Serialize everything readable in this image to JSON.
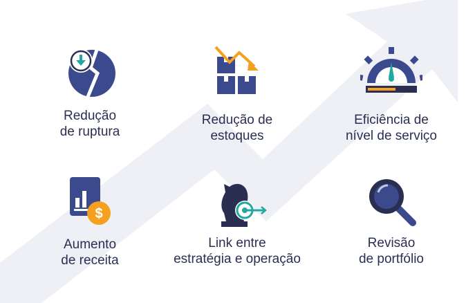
{
  "colors": {
    "navy": "#3b4a8c",
    "dark_navy": "#2a2f52",
    "orange": "#f5a021",
    "teal": "#1fa9a0",
    "arrow_bg": "#eef0f6"
  },
  "items": [
    {
      "icon": "broken-stock-chart-icon",
      "line1": "Redução",
      "line2": "de ruptura"
    },
    {
      "icon": "boxes-down-trend-icon",
      "line1": "Redução de",
      "line2": "estoques"
    },
    {
      "icon": "gauge-gear-icon",
      "line1": "Eficiência de",
      "line2": "nível de serviço"
    },
    {
      "icon": "revenue-chart-dollar-icon",
      "line1": "Aumento",
      "line2": "de receita"
    },
    {
      "icon": "chess-knight-target-icon",
      "line1": "Link entre",
      "line2": "estratégia e operação"
    },
    {
      "icon": "magnifier-icon",
      "line1": "Revisão",
      "line2": "de portfólio"
    }
  ]
}
